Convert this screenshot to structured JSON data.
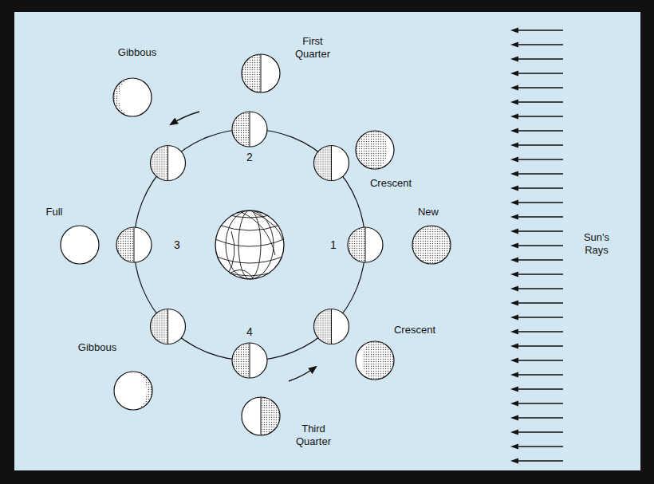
{
  "diagram": {
    "labels": [
      "First Quarter",
      "Gibbous",
      "Crescent",
      "2",
      "Full",
      "3",
      "1",
      "New",
      "Sun's Rays",
      "Gibbous",
      "4",
      "Crescent",
      "Third Quarter"
    ]
  }
}
